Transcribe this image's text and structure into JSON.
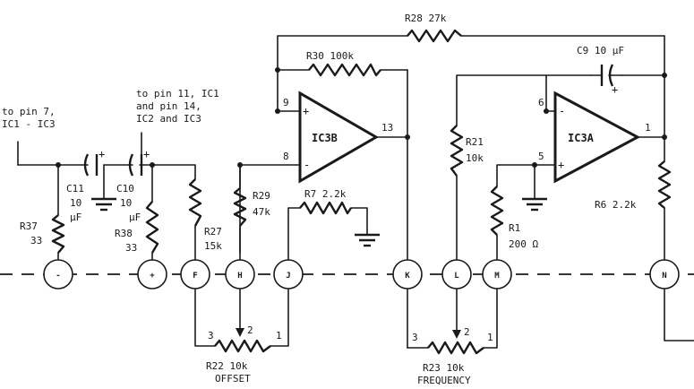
{
  "ics": [
    {
      "label": "IC3B",
      "pin_plus": "9",
      "pin_minus": "8",
      "pin_out": "13",
      "plus_sign": "+",
      "minus_sign": "-"
    },
    {
      "label": "IC3A",
      "pin_minus": "6",
      "pin_plus": "5",
      "pin_out": "1",
      "minus_sign": "-",
      "plus_sign": "+"
    }
  ],
  "resistors": {
    "r28": "R28 27k",
    "r30": "R30 100k",
    "r7": "R7 2.2k",
    "r6": "R6 2.2k",
    "r29_name": "R29",
    "r29_val": "47k",
    "r27_name": "R27",
    "r27_val": "15k",
    "r21_name": "R21",
    "r21_val": "10k",
    "r1_name": "R1",
    "r1_val": "200 Ω",
    "r37_name": "R37",
    "r37_val": "33",
    "r38_name": "R38",
    "r38_val": "33"
  },
  "capacitors": {
    "c9": "C9 10 µF",
    "c11_name": "C11",
    "c11_val": "10",
    "c11_unit": "µF",
    "c10_name": "C10",
    "c10_val": "10",
    "c10_unit": "µF",
    "plus": "+"
  },
  "pots": {
    "r22_label": "R22 10k",
    "r22_name": "OFFSET",
    "r23_label": "R23 10k",
    "r23_name": "FREQUENCY",
    "pin1": "1",
    "pin2": "2",
    "pin3": "3"
  },
  "notes": {
    "left": [
      "to pin 7,",
      "IC1 - IC3"
    ],
    "right": [
      "to pin 11, IC1",
      "and pin 14,",
      "IC2 and IC3"
    ]
  },
  "nodes": [
    "-",
    "+",
    "F",
    "H",
    "J",
    "K",
    "L",
    "M",
    "N"
  ]
}
